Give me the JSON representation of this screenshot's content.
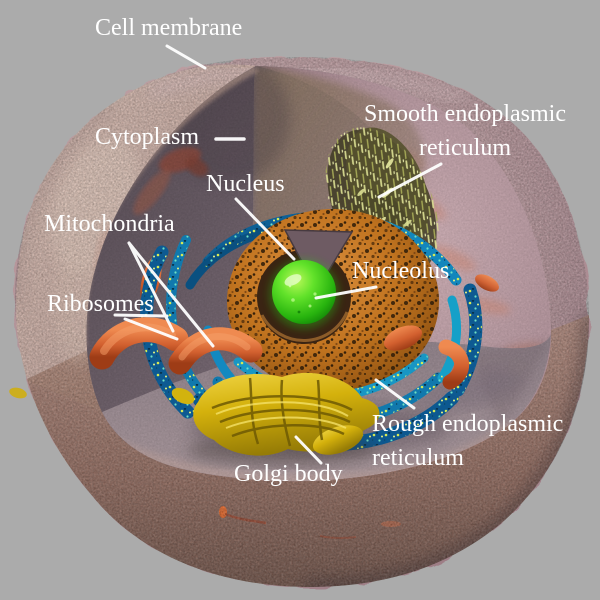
{
  "diagram": {
    "subject": "3D cutaway illustration of an animal cell with labeled organelles",
    "background_color": "#ababab",
    "label_color": "#ffffff",
    "labels": {
      "cell_membrane": "Cell membrane",
      "cytoplasm": "Cytoplasm",
      "nucleus": "Nucleus",
      "mitochondria": "Mitochondria",
      "ribosomes": "Ribosomes",
      "smooth_er_line1": "Smooth endoplasmic",
      "smooth_er_line2": "reticulum",
      "nucleolus": "Nucleolus",
      "rough_er_line1": "Rough endoplasmic",
      "rough_er_line2": "reticulum",
      "golgi_body": "Golgi body"
    },
    "colors": {
      "membrane_outer": "#b99a9e",
      "membrane_bottom": "#8a6558",
      "cut_face_dark": "#675b63",
      "cut_floor": "#9d8f94",
      "inner_wall_pink": "#c3a4ab",
      "nucleus_orange": "#c0731f",
      "nucleolus_green": "#3ece1c",
      "rough_er_blue": "#1179ad",
      "smooth_er_olive": "#8f9148",
      "golgi_yellow": "#d9ba0c",
      "mitochondria_orange": "#d2683c",
      "leader_line": "#ffffff"
    }
  }
}
